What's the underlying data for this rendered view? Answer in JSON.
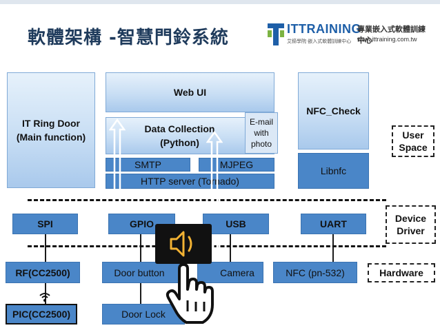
{
  "title": "軟體架構 -智慧門鈴系統",
  "logo": {
    "main": "ITTRAINING",
    "cn": "專業嵌入式軟體訓練中心",
    "sub": "艾鍗學院‧嵌入式軟體訓練中心",
    "url": "www.ittraining.com.tw"
  },
  "blocks": {
    "it_ring_door": "IT Ring Door\n(Main function)",
    "web_ui": "Web UI",
    "data_collection": "Data Collection\n(Python)",
    "email_photo": "E-mail\nwith\nphoto",
    "smtp": "SMTP",
    "mjpeg": "MJPEG",
    "http_server": "HTTP  server (Tornado)",
    "nfc_check": "NFC_Check",
    "libnfc": "Libnfc",
    "spi": "SPI",
    "gpio": "GPIO",
    "usb": "USB",
    "uart": "UART",
    "rf": "RF(CC2500)",
    "door_button": "Door button",
    "camera": "Camera",
    "nfc_pn532": "NFC (pn-532)",
    "pic": "PIC(CC2500)",
    "door_lock": "Door Lock"
  },
  "layers": {
    "user_space": "User\nSpace",
    "device_driver": "Device\nDriver",
    "hardware": "Hardware"
  },
  "icons": {
    "speaker": "speaker-icon",
    "hand": "hand-pointer-icon",
    "wifi": "wifi-icon"
  }
}
